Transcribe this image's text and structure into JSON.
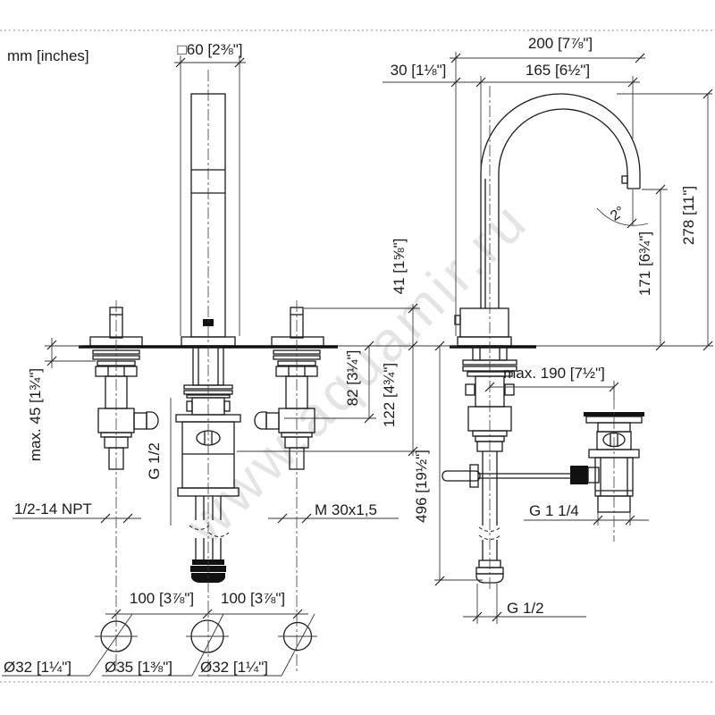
{
  "meta": {
    "units_label": "mm [inches]",
    "watermark": "www.aquamir.ru"
  },
  "front_view": {
    "handle_width": "□60 [2⅜\"]",
    "stem_height_above_deck": "41 [1⅝\"]",
    "side_outlet_depth": "82 [3¼\"]",
    "valve_body_depth": "122 [4¾\"]",
    "max_deck_thickness": "max. 45 [1¾\"]",
    "supply_thread": "1/2-14 NPT",
    "spout_shank_thread": "G 1/2",
    "valve_thread": "M 30x1,5"
  },
  "side_view": {
    "total_projection": "200 [7⅞\"]",
    "rear_offset": "30 [1⅛\"]",
    "spout_projection": "165 [6½\"]",
    "spray_angle": "2°",
    "spout_outlet_height": "171 [6¾\"]",
    "total_height": "278 [11\"]",
    "max_drain_distance": "max. 190 [7½\"]",
    "hose_length": "496 [19½\"]",
    "drain_thread": "G 1 1/4",
    "hose_thread": "G 1/2"
  },
  "bottom_view": {
    "hole_spacing_left": "100 [3⅞\"]",
    "hole_spacing_right": "100 [3⅞\"]",
    "left_hole_dia": "Ø32 [1¼\"]",
    "center_hole_dia": "Ø35 [1⅜\"]",
    "right_hole_dia": "Ø32 [1¼\"]"
  }
}
